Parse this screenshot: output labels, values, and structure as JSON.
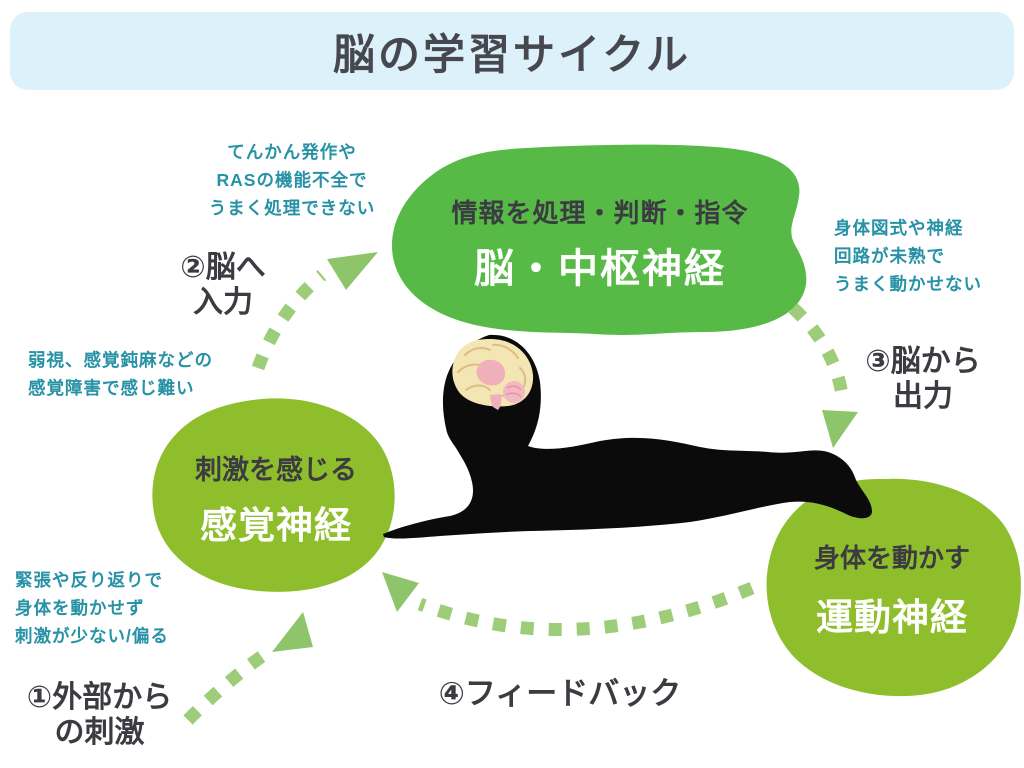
{
  "title": "脳の学習サイクル",
  "colors": {
    "banner_bg": "#dcf1fa",
    "title_text": "#47474f",
    "brain_blob_green": "#57ba47",
    "side_blob_green": "#8ebe2b",
    "arrow_dot_green": "#9ecd79",
    "arrow_head_green": "#8ec56b",
    "dark_label": "#3b3b41",
    "teal_note": "#2792a6",
    "baby_black": "#0b0b0b",
    "brain_cream": "#f4e6b2",
    "brain_pink": "#f0b0bb"
  },
  "nodes": {
    "brain": {
      "subtitle": "情報を処理・判断・指令",
      "title": "脳・中枢神経"
    },
    "sensory": {
      "subtitle": "刺激を感じる",
      "title": "感覚神経"
    },
    "motor": {
      "subtitle": "身体を動かす",
      "title": "運動神経"
    }
  },
  "steps": {
    "step1": {
      "line1": "①外部から",
      "line2": "の刺激"
    },
    "step2": {
      "line1": "②脳へ",
      "line2": "入力"
    },
    "step3": {
      "line1": "③脳から",
      "line2": "出力"
    },
    "step4": {
      "label": "④フィードバック"
    }
  },
  "annotations": {
    "processing": {
      "lines": [
        "てんかん発作や",
        "RASの機能不全で",
        "うまく処理できない"
      ]
    },
    "motor_note": {
      "lines": [
        "身体図式や神経",
        "回路が未熟で",
        "うまく動かせない"
      ]
    },
    "sensory_note": {
      "lines": [
        "弱視、感覚鈍麻などの",
        "感覚障害で感じ難い"
      ]
    },
    "stimulus_note": {
      "lines": [
        "緊張や反り返りで",
        "身体を動かせず",
        "刺激が少ない/偏る"
      ]
    }
  }
}
